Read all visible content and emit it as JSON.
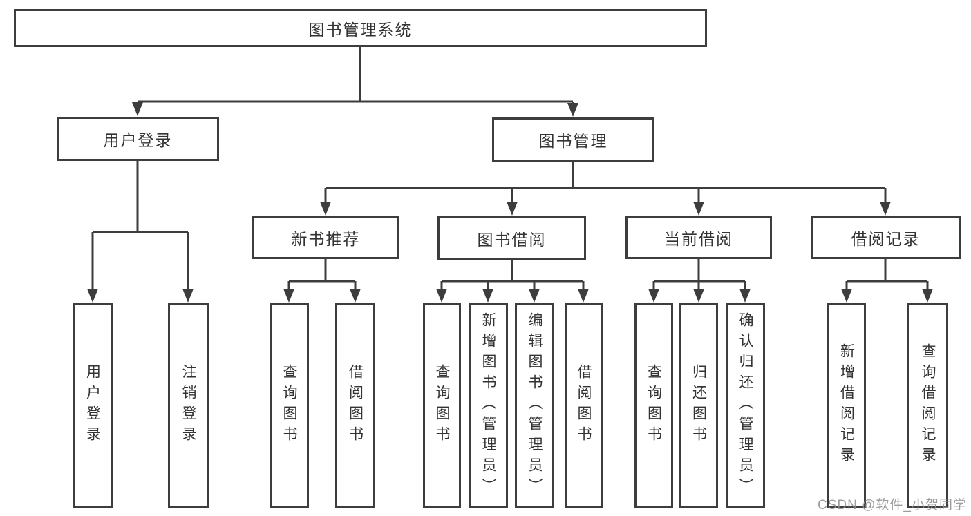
{
  "diagram": {
    "root": {
      "label": "图书管理系统"
    },
    "branches": [
      {
        "label": "用户登录",
        "children": [
          {
            "label": "用户登录"
          },
          {
            "label": "注销登录"
          }
        ]
      },
      {
        "label": "图书管理",
        "children": [
          {
            "label": "新书推荐",
            "children": [
              {
                "label": "查询图书"
              },
              {
                "label": "借阅图书"
              }
            ]
          },
          {
            "label": "图书借阅",
            "children": [
              {
                "label": "查询图书"
              },
              {
                "label": "新增图书（管理员）"
              },
              {
                "label": "编辑图书（管理员）"
              },
              {
                "label": "借阅图书"
              }
            ]
          },
          {
            "label": "当前借阅",
            "children": [
              {
                "label": "查询图书"
              },
              {
                "label": "归还图书"
              },
              {
                "label": "确认归还（管理员）"
              }
            ]
          },
          {
            "label": "借阅记录",
            "children": [
              {
                "label": "新增借阅记录"
              },
              {
                "label": "查询借阅记录"
              }
            ]
          }
        ]
      }
    ]
  },
  "watermark": "CSDN @软件_小贺同学",
  "colors": {
    "line": "#3d3d3d",
    "text": "#333333",
    "watermark": "#8f8f8f",
    "background": "#ffffff"
  }
}
